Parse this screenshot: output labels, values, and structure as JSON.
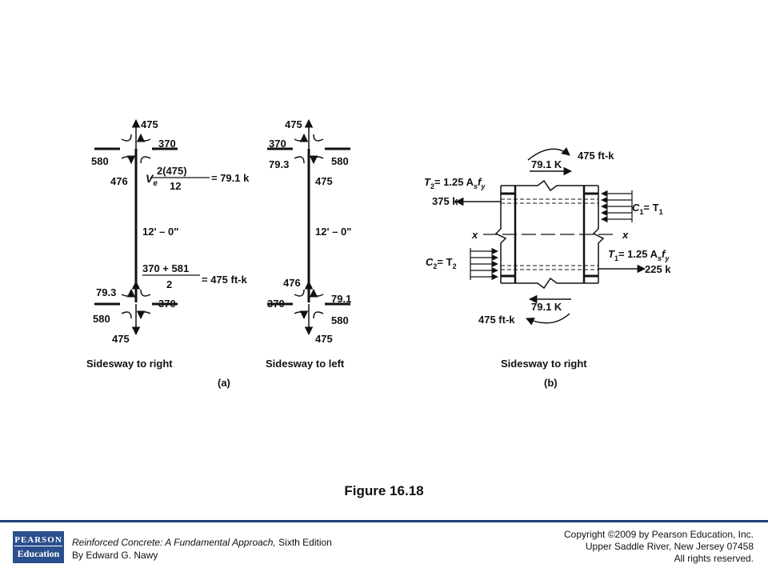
{
  "panel_a": {
    "left": {
      "top_joint": {
        "axial": "475",
        "moment_right": "370",
        "moment_left": "580",
        "shear": "476"
      },
      "shear_eq": {
        "symbol": "V",
        "sub": "e",
        "numerator": "2(475)",
        "denominator": "12",
        "result": "= 79.1 k"
      },
      "height": "12' – 0\"",
      "moment_eq": {
        "numerator": "370 + 581",
        "denominator": "2",
        "result": "= 475 ft-k"
      },
      "bottom_joint": {
        "shear": "79.3",
        "moment_right": "370",
        "moment_left": "580",
        "axial": "475"
      },
      "caption": "Sidesway to right"
    },
    "right": {
      "top_joint": {
        "axial": "475",
        "moment_left": "370",
        "moment_right": "580",
        "shear_left": "79.3",
        "shear_right": "475"
      },
      "height": "12' – 0\"",
      "bottom_joint": {
        "axial_top": "476",
        "shear_right": "79.1",
        "moment_left": "370",
        "moment_right": "580",
        "axial": "475"
      },
      "caption": "Sidesway to left"
    },
    "label": "(a)"
  },
  "panel_b": {
    "moment_top": "475 ft-k",
    "shear_top": "79.1 K",
    "t2_eq": {
      "lhs": "T",
      "lhs_sub": "2",
      "rhs": "= 1.25 A",
      "a_sub": "s",
      "f": "f",
      "f_sub": "y"
    },
    "t2_value": "375 k",
    "c1_eq": {
      "lhs": "C",
      "lhs_sub": "1",
      "rhs": "= T",
      "rhs_sub": "1"
    },
    "axis_label_left": "x",
    "axis_label_right": "x",
    "c2_eq": {
      "lhs": "C",
      "lhs_sub": "2",
      "rhs": "= T",
      "rhs_sub": "2"
    },
    "t1_eq": {
      "lhs": "T",
      "lhs_sub": "1",
      "rhs": "= 1.25 A",
      "a_sub": "s",
      "f": "f",
      "f_sub": "y"
    },
    "t1_value": "225 k",
    "shear_bottom": "79.1 K",
    "moment_bottom": "475 ft-k",
    "caption": "Sidesway to right",
    "label": "(b)"
  },
  "figure_caption": "Figure 16.18",
  "footer": {
    "logo_line1": "PEARSON",
    "logo_line2": "Education",
    "book_title": "Reinforced Concrete: A Fundamental Approach,",
    "book_edition": " Sixth Edition",
    "book_author": "By Edward G. Nawy",
    "copyright_line1": "Copyright ©2009 by Pearson Education, Inc.",
    "copyright_line2": "Upper Saddle River, New Jersey 07458",
    "copyright_line3": "All rights reserved."
  }
}
